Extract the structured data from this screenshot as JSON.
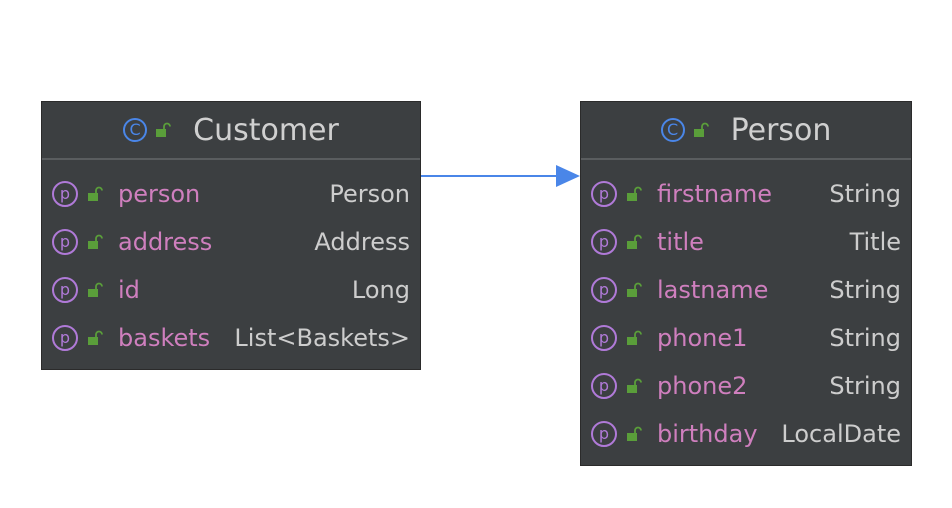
{
  "classes": {
    "customer": {
      "name": "Customer",
      "class_marker": "C",
      "fields": [
        {
          "marker": "p",
          "name": "person",
          "type": "Person"
        },
        {
          "marker": "p",
          "name": "address",
          "type": "Address"
        },
        {
          "marker": "p",
          "name": "id",
          "type": "Long"
        },
        {
          "marker": "p",
          "name": "baskets",
          "type": "List<Baskets>"
        }
      ]
    },
    "person": {
      "name": "Person",
      "class_marker": "C",
      "fields": [
        {
          "marker": "p",
          "name": "firstname",
          "type": "String"
        },
        {
          "marker": "p",
          "name": "title",
          "type": "Title"
        },
        {
          "marker": "p",
          "name": "lastname",
          "type": "String"
        },
        {
          "marker": "p",
          "name": "phone1",
          "type": "String"
        },
        {
          "marker": "p",
          "name": "phone2",
          "type": "String"
        },
        {
          "marker": "p",
          "name": "birthday",
          "type": "LocalDate"
        }
      ]
    }
  },
  "colors": {
    "box_background": "#3c3f41",
    "class_icon": "#4a86e8",
    "property_icon": "#b07ad8",
    "lock": "#5a9e3a",
    "field_name": "#cf7fbe",
    "field_type": "#cdcdcd",
    "arrow": "#4a86e8"
  }
}
